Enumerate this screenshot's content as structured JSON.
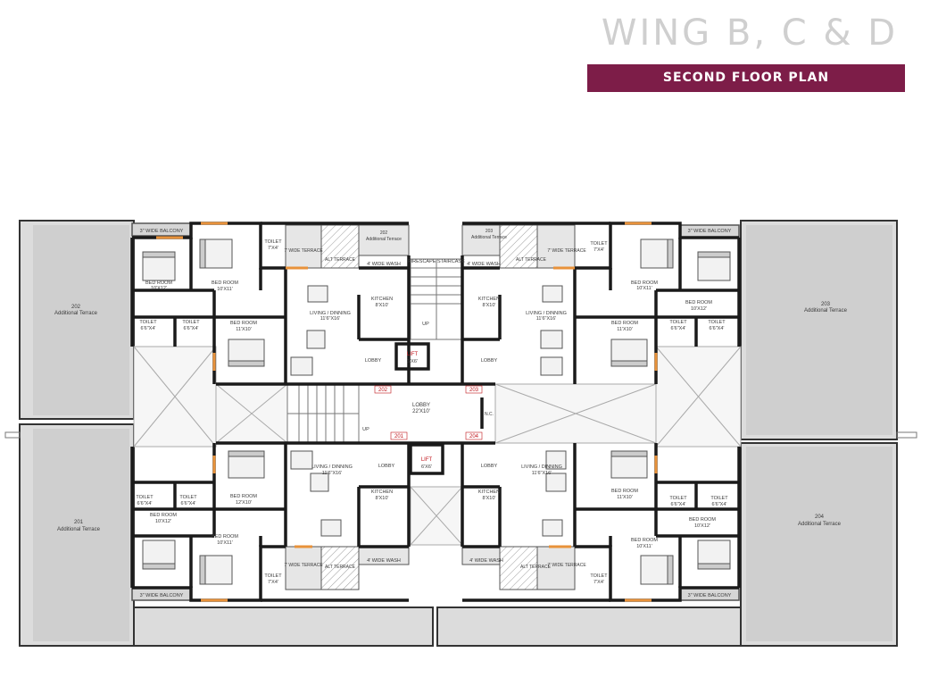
{
  "header": {
    "title": "WING B, C & D",
    "subtitle": "SECOND FLOOR PLAN"
  },
  "colors": {
    "banner": "#7d1d48",
    "title_gray": "#cfcfcf",
    "terrace_fill": "#dcdcdc",
    "wall": "#1a1a1a",
    "door_accent": "#e8923a",
    "lift_label": "#c0161c"
  },
  "terraces": {
    "t202": {
      "number": "202",
      "name": "Additional Terrace"
    },
    "t201": {
      "number": "201",
      "name": "Additional Terrace"
    },
    "t203": {
      "number": "203",
      "name": "Additional Terrace"
    },
    "t204": {
      "number": "204",
      "name": "Additional Terrace"
    }
  },
  "flat_202": {
    "balcony": "3\" WIDE BALCONY",
    "toilet_1": {
      "name": "TOILET",
      "size": "7'X4'"
    },
    "bed_1": {
      "name": "BED ROOM",
      "size": "10'X11'"
    },
    "bed_2": {
      "name": "BED ROOM",
      "size": "10'X12'"
    },
    "toilet_2": {
      "name": "TOILET",
      "size": "6'6\"X4'"
    },
    "toilet_3": {
      "name": "TOILET",
      "size": "6'6\"X4'"
    },
    "bed_3": {
      "name": "BED ROOM",
      "size": "11'X10'"
    },
    "terrace_wide": "7' WIDE TERRACE",
    "alt_terrace": "ALT TERRACE",
    "add_terrace_no": "202",
    "add_terrace_name": "Additional Terrace",
    "wash": "4' WIDE WASH",
    "living": {
      "name": "LIVING / DINNING",
      "size": "11'6\"X16'"
    },
    "kitchen": {
      "name": "KITCHEN",
      "size": "8'X10'"
    }
  },
  "flat_203": {
    "balcony": "3\" WIDE BALCONY",
    "toilet_1": {
      "name": "TOILET",
      "size": "7'X4'"
    },
    "bed_1": {
      "name": "BED ROOM",
      "size": "10'X11'"
    },
    "bed_2": {
      "name": "BED ROOM",
      "size": "10'X12'"
    },
    "toilet_2": {
      "name": "TOILET",
      "size": "6'6\"X4'"
    },
    "toilet_3": {
      "name": "TOILET",
      "size": "6'6\"X4'"
    },
    "bed_3": {
      "name": "BED ROOM",
      "size": "11'X10'"
    },
    "terrace_wide": "7' WIDE TERRACE",
    "alt_terrace": "ALT TERRACE",
    "add_terrace_no": "203",
    "add_terrace_name": "Additional Terrace",
    "wash": "4' WIDE WASH",
    "living": {
      "name": "LIVING / DINNING",
      "size": "11'6\"X16'"
    },
    "kitchen": {
      "name": "KITCHEN",
      "size": "8'X10'"
    }
  },
  "flat_201": {
    "balcony": "3\" WIDE BALCONY",
    "toilet_1": {
      "name": "TOILET",
      "size": "7'X4'"
    },
    "bed_1": {
      "name": "BED ROOM",
      "size": "10'X11'"
    },
    "bed_2": {
      "name": "BED ROOM",
      "size": "10'X12'"
    },
    "toilet_2": {
      "name": "TOILET",
      "size": "6'6\"X4'"
    },
    "toilet_3": {
      "name": "TOILET",
      "size": "6'6\"X4'"
    },
    "bed_3": {
      "name": "BED ROOM",
      "size": "12'X10'"
    },
    "terrace_wide": "7' WIDE TERRACE",
    "alt_terrace": "ALT TERRACE",
    "wash": "4' WIDE WASH",
    "living": {
      "name": "LIVING / DINNING",
      "size": "11'6\"X16'"
    },
    "kitchen": {
      "name": "KITCHEN",
      "size": "8'X10'"
    }
  },
  "flat_204": {
    "balcony": "3\" WIDE BALCONY",
    "toilet_1": {
      "name": "TOILET",
      "size": "7'X4'"
    },
    "bed_1": {
      "name": "BED ROOM",
      "size": "10'X11'"
    },
    "bed_2": {
      "name": "BED ROOM",
      "size": "10'X12'"
    },
    "toilet_2": {
      "name": "TOILET",
      "size": "6'6\"X4'"
    },
    "toilet_3": {
      "name": "TOILET",
      "size": "6'6\"X4'"
    },
    "bed_3": {
      "name": "BED ROOM",
      "size": "11'X10'"
    },
    "terrace_wide": "7' WIDE TERRACE",
    "alt_terrace": "ALT TERRACE",
    "wash": "4' WIDE WASH",
    "living": {
      "name": "LIVING / DINNING",
      "size": "11'6\"X16'"
    },
    "kitchen": {
      "name": "KITCHEN",
      "size": "8'X10'"
    }
  },
  "core": {
    "firescape": "FIRESCAPE STAIRCASE",
    "up_1": "UP",
    "up_2": "UP",
    "lift_1": {
      "name": "LIFT",
      "size": "6'X6'"
    },
    "lift_2": {
      "name": "LIFT",
      "size": "6'X6'"
    },
    "lobby_top_left": "LOBBY",
    "lobby_top_right": "LOBBY",
    "lobby_bottom_left": "LOBBY",
    "lobby_bottom_right": "LOBBY",
    "main_lobby": {
      "name": "LOBBY",
      "size": "22'X10'"
    },
    "door_202": "202",
    "door_203": "203",
    "door_201": "201",
    "door_204": "204",
    "nc": "N.C."
  }
}
